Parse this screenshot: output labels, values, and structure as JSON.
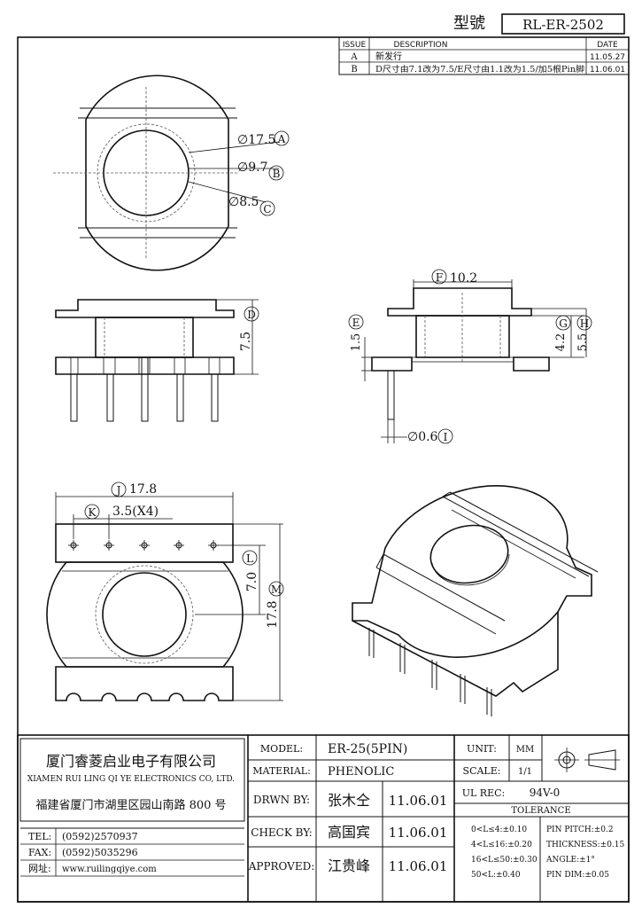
{
  "header": {
    "model_label": "型號",
    "model_value": "RL-ER-2502"
  },
  "revision_table": {
    "headers": [
      "ISSUE",
      "DESCRIPTION",
      "DATE"
    ],
    "rows": [
      {
        "issue": "A",
        "description": "新发行",
        "date": "11.05.27"
      },
      {
        "issue": "B",
        "description": "D尺寸由7.1改为7.5/E尺寸由1.1改为1.5/加5根Pin脚",
        "date": "11.06.01"
      }
    ]
  },
  "top_view": {
    "dims": [
      "∅17.5",
      "∅9.7",
      "∅8.5"
    ],
    "letters": [
      "A",
      "B",
      "C"
    ]
  },
  "front_view": {
    "dims": [
      "7.5"
    ],
    "letters": [
      "D"
    ]
  },
  "side_view": {
    "dims": [
      "10.2",
      "1.5",
      "4.2",
      "5.5",
      "∅0.6"
    ],
    "letters": [
      "F",
      "E",
      "G",
      "H",
      "I"
    ]
  },
  "bottom_view": {
    "dims": [
      "17.8",
      "3.5(X4)",
      "7.0",
      "17.8"
    ],
    "letters": [
      "J",
      "K",
      "L",
      "M"
    ]
  },
  "title_block": {
    "company_cn": "厦门睿菱启业电子有限公司",
    "company_en": "XIAMEN RUI LING QI YE ELECTRONICS CO, LTD.",
    "address": "福建省厦门市湖里区园山南路 800 号",
    "tel_label": "TEL:",
    "tel_value": "(0592)2570937",
    "fax_label": "FAX:",
    "fax_value": "(0592)5035296",
    "web_label": "网址:",
    "web_value": "www.ruilingqiye.com",
    "model_label": "MODEL:",
    "model_value": "ER-25(5PIN)",
    "material_label": "MATERIAL:",
    "material_value": "PHENOLIC",
    "drawn_label": "DRWN BY:",
    "drawn_name": "张木仝",
    "drawn_date": "11.06.01",
    "check_label": "CHECK BY:",
    "check_name": "高国宾",
    "check_date": "11.06.01",
    "approved_label": "APPROVED:",
    "approved_name": "江贵峰",
    "approved_date": "11.06.01",
    "unit_label": "UNIT:",
    "unit_value": "MM",
    "scale_label": "SCALE:",
    "scale_value": "1/1",
    "ulrec_label": "UL REC:",
    "ulrec_value": "94V-0",
    "tolerance_label": "TOLERANCE",
    "tolerances": [
      "0<L≤4:±0.10",
      "4<L≤16:±0.20",
      "16<L≤50:±0.30",
      "50<L:±0.40"
    ],
    "pin_specs": [
      "PIN PITCH:±0.2",
      "THICKNESS:±0.15",
      "ANGLE:±1°",
      "PIN DIM:±0.05"
    ]
  }
}
